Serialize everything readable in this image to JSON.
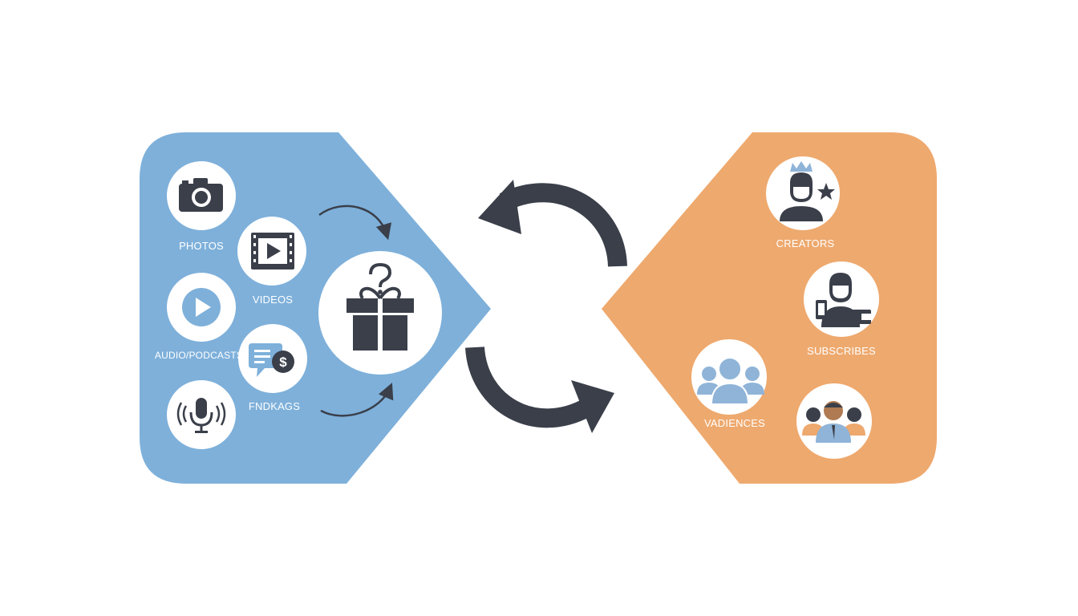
{
  "colors": {
    "content_panel": "#7eb0da",
    "audience_panel": "#eea96e",
    "icon_dark": "#3a3f4a",
    "circle_fill": "#ffffff",
    "person_blue": "#8fb4d8",
    "person_orange": "#eea96e"
  },
  "content_panel": {
    "items": [
      {
        "label": "PHOTOS",
        "icon": "camera-icon"
      },
      {
        "label": "VIDEOS",
        "icon": "film-play-icon"
      },
      {
        "label": "AUDIO/PODCASTS",
        "icon": "play-circle-icon"
      },
      {
        "label": "FNDKAGS",
        "icon": "chat-dollar-icon"
      },
      {
        "label": "",
        "icon": "microphone-icon"
      }
    ],
    "center_icon": "gift-question-icon"
  },
  "audience_panel": {
    "items": [
      {
        "label": "CREATORS",
        "icon": "crowned-creator-icon"
      },
      {
        "label": "SUBSCRIBES",
        "icon": "subscriber-phone-wallet-icon"
      },
      {
        "label": "VADIENCES",
        "icon": "audience-group-icon"
      },
      {
        "label": "",
        "icon": "team-group-icon"
      }
    ]
  },
  "cycle_arrows": [
    "arrow-to-content-icon",
    "arrow-to-audience-icon"
  ]
}
